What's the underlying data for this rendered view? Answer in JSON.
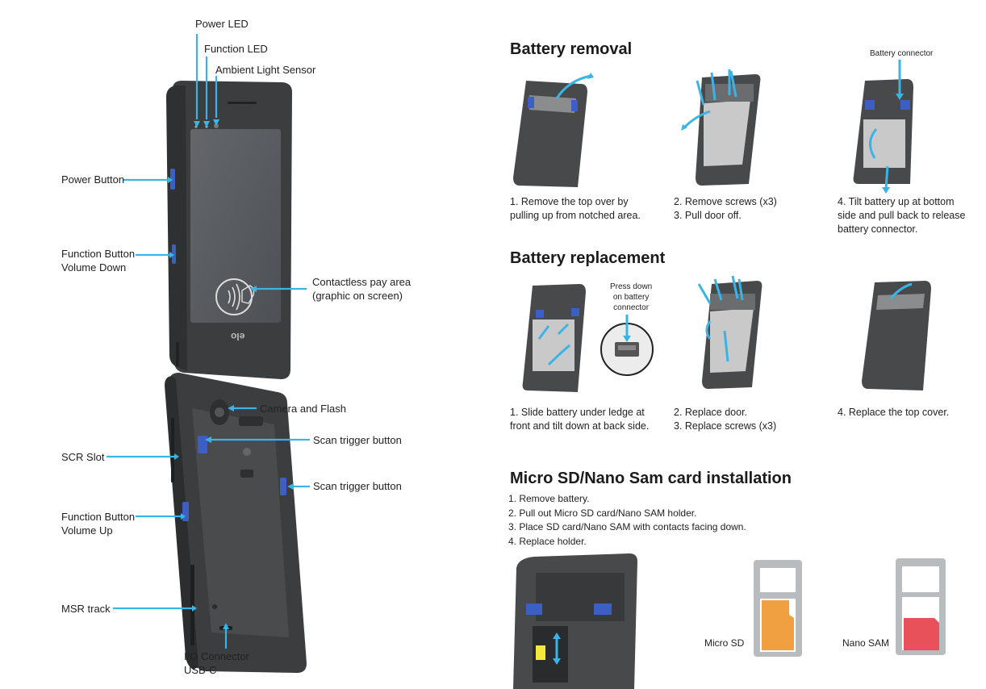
{
  "front_labels": {
    "power_led": "Power LED",
    "function_led": "Function LED",
    "ambient_light_sensor": "Ambient Light Sensor",
    "power_button": "Power Button",
    "function_button_vol_down_1": "Function Button",
    "function_button_vol_down_2": "Volume Down",
    "contactless_1": "Contactless pay area",
    "contactless_2": "(graphic on screen)",
    "logo": "elo"
  },
  "back_labels": {
    "camera_flash": "Camera and Flash",
    "scan_trigger_1": "Scan trigger button",
    "scan_trigger_2": "Scan trigger button",
    "scr_slot": "SCR Slot",
    "function_button_vol_up_1": "Function Button",
    "function_button_vol_up_2": "Volume Up",
    "msr_track": "MSR track",
    "io_connector_1": "I/O Connector",
    "io_connector_2": "USB-C"
  },
  "battery_removal": {
    "title": "Battery removal",
    "connector_label": "Battery connector",
    "step1_line1": "1. Remove the top over by",
    "step1_line2": "pulling up from notched area.",
    "step2_line1": "2. Remove screws (x3)",
    "step2_line2": "3. Pull door off.",
    "step4_line1": "4. Tilt battery up at bottom",
    "step4_line2": "side and pull back to release",
    "step4_line3": "battery connector."
  },
  "battery_replacement": {
    "title": "Battery replacement",
    "press_line1": "Press down",
    "press_line2": "on battery",
    "press_line3": "connector",
    "step1_line1": "1. Slide battery under ledge at",
    "step1_line2": "front and tilt down at back side.",
    "step2_line1": "2. Replace door.",
    "step2_line2": "3. Replace screws (x3)",
    "step4": "4. Replace the top cover."
  },
  "card_install": {
    "title": "Micro SD/Nano Sam card installation",
    "steps": [
      "1. Remove battery.",
      "2. Pull out Micro SD card/Nano SAM holder.",
      "3. Place SD card/Nano SAM with contacts facing down.",
      "4. Replace holder."
    ],
    "micro_sd": "Micro SD",
    "nano_sam": "Nano SAM"
  },
  "colors": {
    "callout": "#3ab4e6",
    "device_dark": "#3c3d3f",
    "device_body": "#4a4b4d",
    "screen": "#5a5d61",
    "accent_blue": "#3d5fc4",
    "battery": "#c9c9c9",
    "sd_card": "#f0a040",
    "sam_card": "#e8505a",
    "tray": "#b9bcbf"
  }
}
